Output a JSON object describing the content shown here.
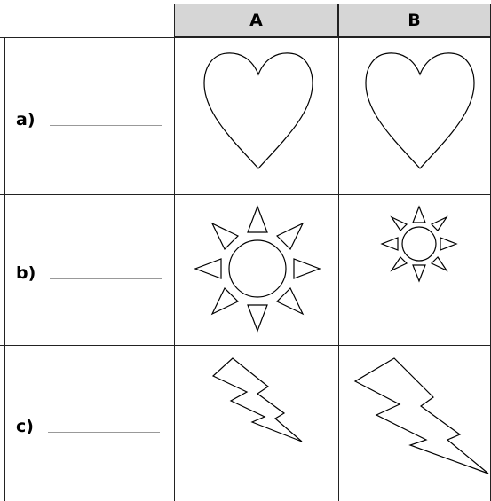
{
  "header": {
    "col_a": "A",
    "col_b": "B"
  },
  "rows": [
    {
      "label": "a)",
      "shape": "heart-icon"
    },
    {
      "label": "b)",
      "shape": "sun-icon"
    },
    {
      "label": "c)",
      "shape": "lightning-bolt-icon"
    }
  ],
  "colors": {
    "header_fill": "#d6d6d6",
    "line": "#222222",
    "answer_line": "#999999"
  }
}
